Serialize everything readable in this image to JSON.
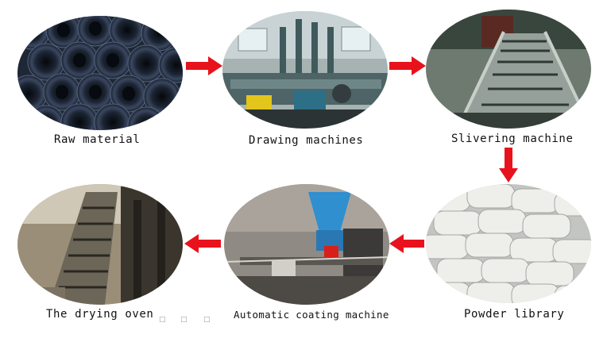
{
  "steps": [
    {
      "label": "Raw material",
      "photo": "steel-wire-coils"
    },
    {
      "label": "Drawing machines",
      "photo": "wire-drawing-workshop"
    },
    {
      "label": "Slivering machine",
      "photo": "rod-cutting-line"
    },
    {
      "label": "Powder library",
      "photo": "stacked-powder-sacks"
    },
    {
      "label": "Automatic coating machine",
      "photo": "blue-hopper-coating-press"
    },
    {
      "label": "The drying oven",
      "photo": "drying-conveyor"
    }
  ],
  "colors": {
    "arrow": "#e8121c",
    "caption": "#111111"
  },
  "stray_marks": [
    "□",
    "□",
    "□"
  ]
}
